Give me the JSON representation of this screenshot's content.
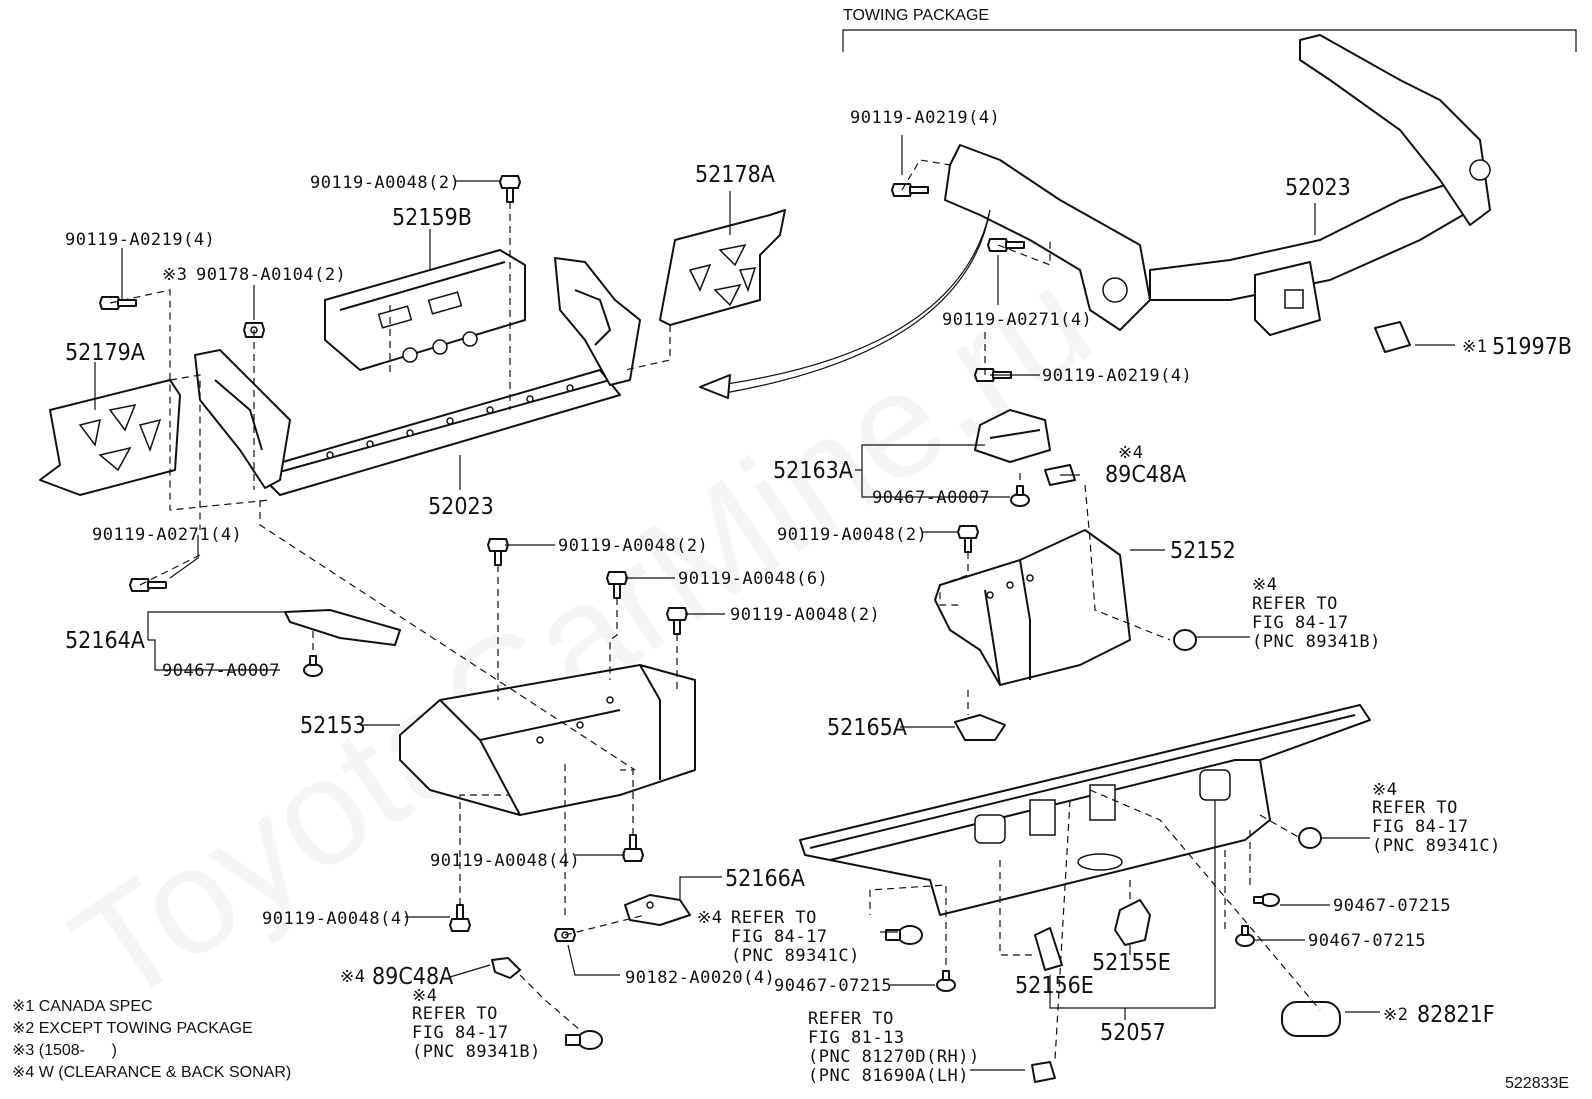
{
  "group": {
    "towing_package": "TOWING PACKAGE"
  },
  "labels": {
    "p52178A": "52178A",
    "p52159B": "52159B",
    "b90119_A0048_2_top": "90119-A0048(2)",
    "b90119_A0219_4_left": "90119-A0219(4)",
    "n90178_mark": "※3",
    "n90178": "90178-A0104(2)",
    "p52179A": "52179A",
    "p52023_left": "52023",
    "b90119_A0271_4_left": "90119-A0271(4)",
    "p52164A": "52164A",
    "c90467_A0007_left": "90467-A0007",
    "p52153": "52153",
    "b90119_A0048_2_mid": "90119-A0048(2)",
    "b90119_A0048_6": "90119-A0048(6)",
    "b90119_A0048_2_mid2": "90119-A0048(2)",
    "b90119_A0048_4_a": "90119-A0048(4)",
    "b90119_A0048_4_b": "90119-A0048(4)",
    "p52166A": "52166A",
    "ref4_a_mark": "※4",
    "ref4_a_1": "REFER TO",
    "ref4_a_2": "FIG 84-17",
    "ref4_a_3": "(PNC 89341C)",
    "n90182": "90182-A0020(4)",
    "p89C48A_left_mark": "※4",
    "p89C48A_left": "89C48A",
    "ref4_b_mark": "※4",
    "ref4_b_1": "REFER TO",
    "ref4_b_2": "FIG 84-17",
    "ref4_b_3": "(PNC 89341B)",
    "b90119_A0219_4_tow_top": "90119-A0219(4)",
    "p52023_right": "52023",
    "b90119_A0271_4_right": "90119-A0271(4)",
    "b90119_A0219_4_tow_bot": "90119-A0219(4)",
    "p51997B_mark": "※1",
    "p51997B": "51997B",
    "p52163A": "52163A",
    "c90467_A0007_right": "90467-A0007",
    "p89C48A_right_mark": "※4",
    "p89C48A_right": "89C48A",
    "b90119_A0048_2_right": "90119-A0048(2)",
    "p52152": "52152",
    "ref4_c_mark": "※4",
    "ref4_c_1": "REFER TO",
    "ref4_c_2": "FIG 84-17",
    "ref4_c_3": "(PNC 89341B)",
    "p52165A": "52165A",
    "ref4_d_mark": "※4",
    "ref4_d_1": "REFER TO",
    "ref4_d_2": "FIG 84-17",
    "ref4_d_3": "(PNC 89341C)",
    "c90467_07215_a": "90467-07215",
    "c90467_07215_b": "90467-07215",
    "c90467_07215_c": "90467-07215",
    "p52155E": "52155E",
    "p52156E": "52156E",
    "p52057": "52057",
    "p82821F_mark": "※2",
    "p82821F": "82821F",
    "ref81_1": "REFER TO",
    "ref81_2": "FIG 81-13",
    "ref81_3": "(PNC 81270D(RH))",
    "ref81_4": "(PNC 81690A(LH)",
    "figure_id": "522833E"
  },
  "notes": [
    "※1 CANADA SPEC",
    "※2 EXCEPT TOWING PACKAGE",
    "※3 (1508-      )",
    "※4 W (CLEARANCE & BACK SONAR)"
  ],
  "watermark": "ToyotaCarMine.ru"
}
